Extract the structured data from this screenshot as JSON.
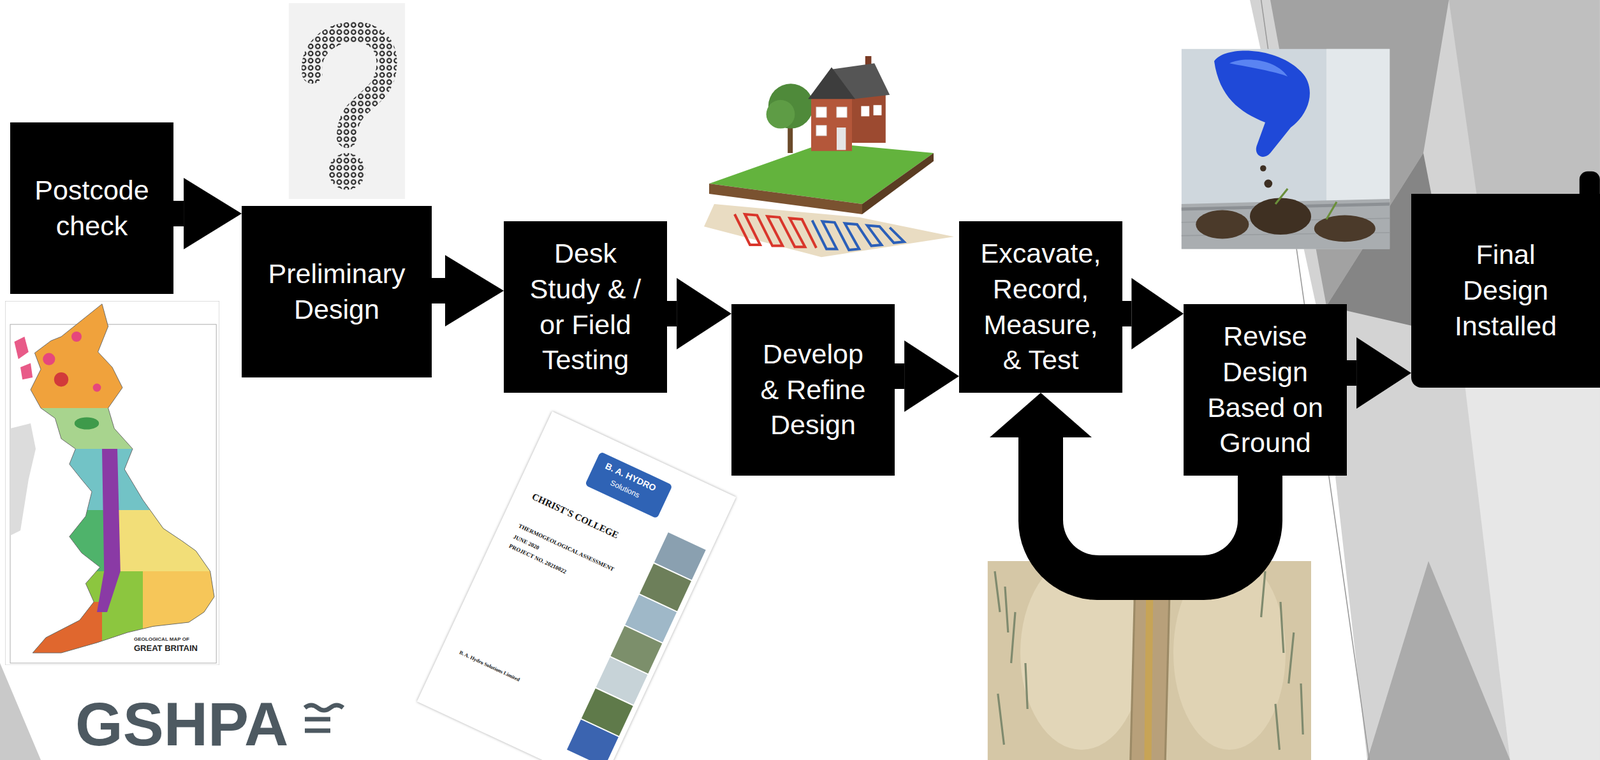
{
  "diagram": {
    "nodes": [
      {
        "text": [
          "Postcode check"
        ]
      },
      {
        "text": [
          "Preliminary Design"
        ]
      },
      {
        "text": [
          "Desk Study & / or Field Testing"
        ]
      },
      {
        "text": [
          "Develop & Refine Design"
        ]
      },
      {
        "text": [
          "Excavate, Record, Measure, & Test"
        ]
      },
      {
        "text": [
          "Revise Design Based on Ground"
        ]
      },
      {
        "text": [
          "Final Design Installed"
        ]
      }
    ],
    "edges": [
      {
        "from": 0,
        "to": 1,
        "arrow": "to"
      },
      {
        "from": 1,
        "to": 2,
        "arrow": "to"
      },
      {
        "from": 2,
        "to": 3,
        "arrow": "to"
      },
      {
        "from": 3,
        "to": 4,
        "arrow": "to"
      },
      {
        "from": 4,
        "to": 5,
        "arrow": "to"
      },
      {
        "from": 5,
        "to": 6,
        "arrow": "to"
      },
      {
        "from": 5,
        "to": 4,
        "arrow": "to"
      }
    ],
    "labels": [
      "GEOLOGICAL MAP OF",
      "GREAT BRITAIN",
      "B. A. HYDRO",
      "Solutions",
      "CHRIST'S COLLEGE",
      "THERMOGEOLOGICAL ASSESSMENT",
      "JUNE 2020",
      "PROJECT NO. 20210022",
      "B. A. Hydro Solutions Limited",
      "GSHPA"
    ]
  }
}
